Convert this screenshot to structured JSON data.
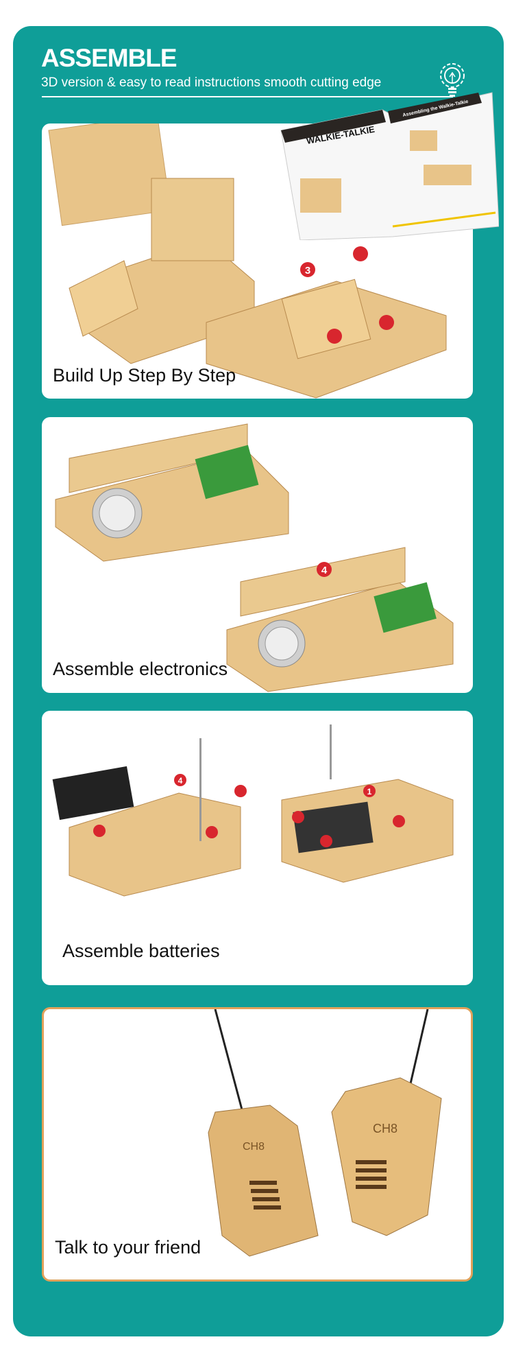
{
  "header": {
    "title": "ASSEMBLE",
    "subtitle": "3D version & easy to read instructions smooth cutting edge",
    "icon": "lightbulb-gear-icon"
  },
  "manual": {
    "left_title": "WALKIE-TALKIE",
    "right_title": "Assembling the Walkie-Talkie"
  },
  "cards": [
    {
      "label": "Build Up Step By Step",
      "step_badge": "3"
    },
    {
      "label": "Assemble electronics",
      "step_badge": "4"
    },
    {
      "label": "Assemble batteries",
      "step_badges": [
        "4",
        "1"
      ]
    },
    {
      "label": "Talk to your friend",
      "device_text": "CH8"
    }
  ],
  "colors": {
    "teal": "#0f9e98",
    "wood": "#e8c489",
    "badge": "#d8262e",
    "pcb": "#3a9a3c",
    "border": "#e2a15a"
  }
}
